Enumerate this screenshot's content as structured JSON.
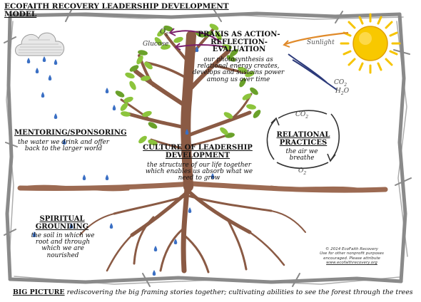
{
  "title": "ECOFAITH RECOVERY LEADERSHIP DEVELOPMENT MODEL",
  "praxis": {
    "heading": "PRAXIS AS ACTION-REFLECTION-EVALUATION",
    "body": "our photosynthesis as relational energy creates, develops and sustains power among us over time"
  },
  "labels": {
    "glucose": "Glucose",
    "o2_top": "O",
    "o2_top_sub": "2",
    "sunlight": "Sunlight",
    "co2_right": "CO",
    "co2_right_sub": "2",
    "h2o": "H",
    "h2o_sub": "2",
    "h2o_tail": "O",
    "co2_cycle": "CO",
    "co2_cycle_sub": "2",
    "o2_cycle": "O",
    "o2_cycle_sub": "2"
  },
  "mentoring": {
    "heading": "MENTORING/SPONSORING",
    "body": "the water we drink and offer back to the larger world"
  },
  "culture": {
    "heading": "CULTURE OF LEADERSHIP DEVELOPMENT",
    "body": "the structure of our life together which enables us absorb what we need to grow"
  },
  "relational": {
    "heading": "RELATIONAL PRACTICES",
    "body": "the air we breathe"
  },
  "spiritual": {
    "heading": "SPIRITUAL GROUNDING",
    "body": "the soil in which we root and through which we are nourished"
  },
  "copyright": {
    "line1": "© 2014 EcoFaith Recovery",
    "line2": "Use for other nonprofit purposes",
    "line3": "encouraged. Please attribute",
    "line4": "www.ecofaithrecovery.org"
  },
  "big_picture": {
    "heading": "BIG PICTURE",
    "body": "rediscovering the big framing stories together; cultivating abilities to see the forest through the trees"
  },
  "colors": {
    "trunk": "#8a5a44",
    "leaf": "#8cc43c",
    "leaf_dark": "#6aa12a",
    "ground": "#9c6a52",
    "drop": "#3a6fc4",
    "sun": "#f6c400",
    "arrow_purple": "#7a1f6a",
    "arrow_orange": "#e08a2a",
    "arrow_navy": "#2c3a7a",
    "frame": "#8a8a8a"
  }
}
